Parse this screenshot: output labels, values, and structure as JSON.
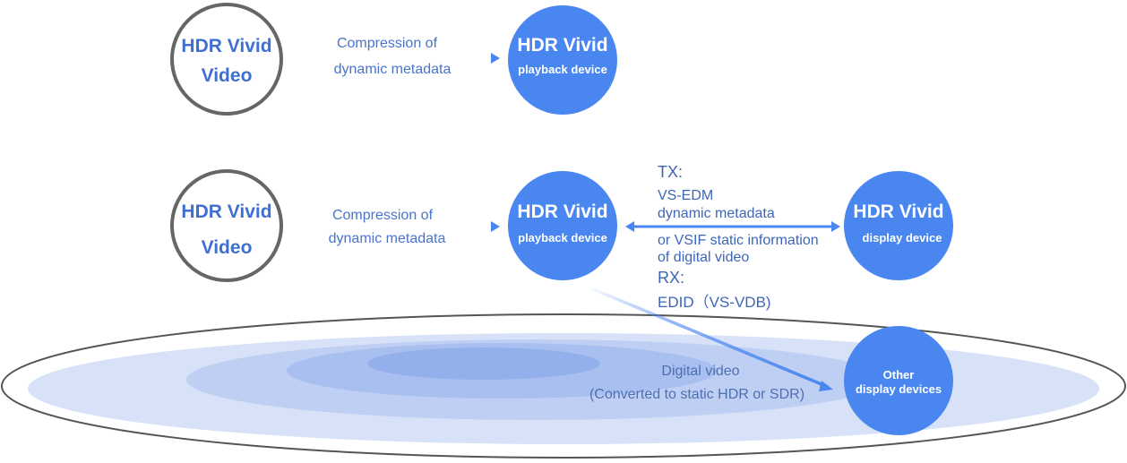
{
  "diagram": {
    "row1": {
      "source": {
        "line1": "HDR Vivid",
        "line2": "Video"
      },
      "arrow_label": {
        "line1": "Compression of",
        "line2": "dynamic metadata"
      },
      "playback": {
        "line1": "HDR Vivid",
        "line2": "playback device"
      }
    },
    "row2": {
      "source": {
        "line1": "HDR Vivid",
        "line2": "Video"
      },
      "arrow_label": {
        "line1": "Compression of",
        "line2": "dynamic metadata"
      },
      "playback": {
        "line1": "HDR Vivid",
        "line2": "playback device"
      },
      "display": {
        "line1": "HDR Vivid",
        "line2": "display device"
      },
      "link_labels": {
        "tx": "TX:",
        "vs_edm": "VS-EDM",
        "dyn_meta": "dynamic metadata",
        "vsif": "or VSIF static information",
        "digital": "of digital video",
        "rx": "RX:",
        "edid": "EDID（VS-VDB)"
      }
    },
    "bottom": {
      "digital_video": "Digital video",
      "converted": "(Converted to static HDR or SDR)",
      "other": {
        "line1": "Other",
        "line2": "display devices"
      }
    },
    "colors": {
      "node_fill": "#4a86f0",
      "outline": "#666666",
      "arrow": "#4a86f0",
      "text": "#4a74cc"
    }
  }
}
